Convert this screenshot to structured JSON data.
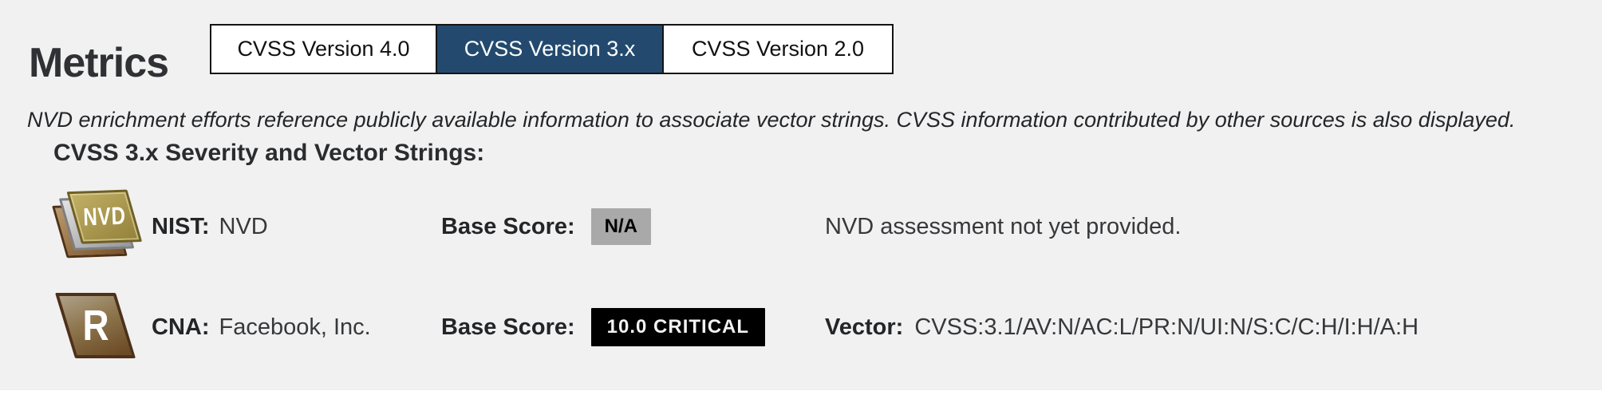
{
  "header": {
    "title": "Metrics",
    "tabs": [
      {
        "label": "CVSS Version 4.0",
        "active": false
      },
      {
        "label": "CVSS Version 3.x",
        "active": true
      },
      {
        "label": "CVSS Version 2.0",
        "active": false
      }
    ]
  },
  "subtitle": "NVD enrichment efforts reference publicly available information to associate vector strings. CVSS information contributed by other sources is also displayed.",
  "section_heading": "CVSS 3.x Severity and Vector Strings:",
  "rows": [
    {
      "icon": "nvd-layers-icon",
      "icon_label": "NVD",
      "source_label": "NIST:",
      "source_value": "NVD",
      "score_label": "Base Score:",
      "badge_text": "N/A",
      "badge_bg": "#a9a9a9",
      "badge_fg": "#000000",
      "detail_label": "",
      "detail_text": "NVD assessment not yet provided."
    },
    {
      "icon": "cna-r-icon",
      "icon_label": "R",
      "source_label": "CNA:",
      "source_value": "Facebook, Inc.",
      "score_label": "Base Score:",
      "badge_text": "10.0 CRITICAL",
      "badge_bg": "#000000",
      "badge_fg": "#f2f2f2",
      "detail_label": "Vector:",
      "detail_text": "CVSS:3.1/AV:N/AC:L/PR:N/UI:N/S:C/C:H/I:H/A:H"
    }
  ],
  "colors": {
    "panel_bg": "#f1f1f2",
    "active_tab_bg": "#234a6e",
    "active_tab_fg": "#ffffff",
    "tab_border": "#141414",
    "heading_text": "#2b2c2e"
  }
}
